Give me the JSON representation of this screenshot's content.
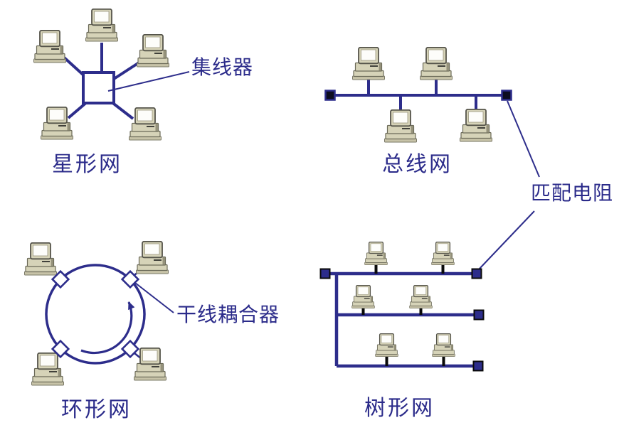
{
  "diagram": {
    "background_color": "#ffffff",
    "line_color": "#2d2d8b",
    "text_color": "#2b2b8a",
    "computer_body_color": "#d6d3b8",
    "panels": {
      "star": {
        "caption": "星形网",
        "callout_label": "集线器",
        "computer_count": 5,
        "center_icon": "hub-square-icon"
      },
      "bus": {
        "caption": "总线网",
        "computer_count": 4,
        "end_icon": "bus-terminator-icon"
      },
      "ring": {
        "caption": "环形网",
        "callout_label": "干线耦合器",
        "computer_count": 4,
        "node_icon": "coupler-diamond-icon",
        "flow_direction": "counterclockwise"
      },
      "tree": {
        "caption": "树形网",
        "computer_count": 6,
        "branch_count": 3,
        "end_icon": "tree-terminator-icon"
      },
      "shared_callout_label": "匹配电阻"
    }
  }
}
